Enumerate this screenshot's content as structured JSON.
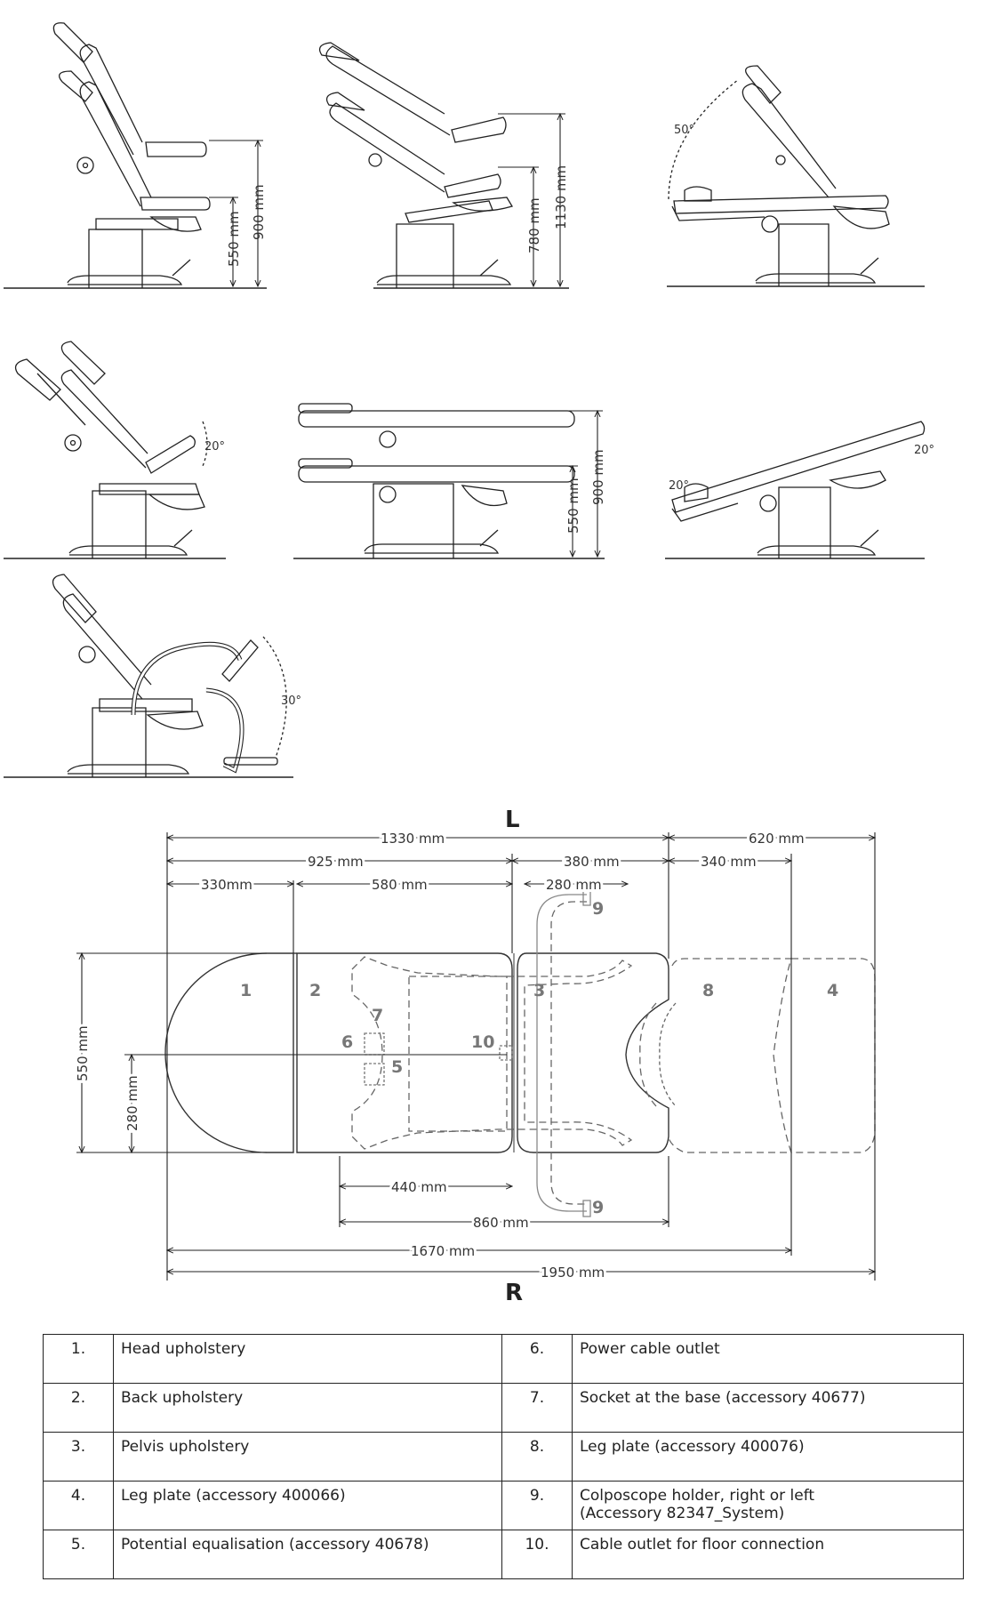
{
  "side_views": {
    "v1": {
      "dims": [
        "900 mm",
        "550 mm"
      ]
    },
    "v2": {
      "dims": [
        "1130 mm",
        "780 mm"
      ]
    },
    "v3": {
      "angle": "50°"
    },
    "v4": {
      "angle": "20°"
    },
    "v5": {
      "dims": [
        "900 mm",
        "550 mm"
      ]
    },
    "v6": {
      "angles": [
        "20°",
        "20°"
      ]
    },
    "v7": {
      "angle": "30°"
    }
  },
  "top_view": {
    "side_top": "L",
    "side_bottom": "R",
    "dims_top": [
      "1330 mm",
      "620 mm",
      "925 mm",
      "380 mm",
      "340 mm",
      "330mm",
      "580 mm",
      "280 mm"
    ],
    "dims_bottom": [
      "440 mm",
      "860 mm",
      "1670 mm",
      "1950 mm"
    ],
    "dims_left": [
      "550 mm",
      "280 mm"
    ],
    "labels": [
      "1",
      "2",
      "3",
      "4",
      "5",
      "6",
      "7",
      "8",
      "9",
      "9",
      "10"
    ]
  },
  "legend": [
    {
      "n1": "1.",
      "t1": "Head upholstery",
      "n2": "6.",
      "t2": "Power cable outlet"
    },
    {
      "n1": "2.",
      "t1": "Back upholstery",
      "n2": "7.",
      "t2": "Socket at the base (accessory 40677)"
    },
    {
      "n1": "3.",
      "t1": "Pelvis upholstery",
      "n2": "8.",
      "t2": "Leg plate (accessory 400076)"
    },
    {
      "n1": "4.",
      "t1": "Leg plate (accessory 400066)",
      "n2": "9.",
      "t2": "Colposcope holder, right or left",
      "t2b": "(Accessory 82347_System)"
    },
    {
      "n1": "5.",
      "t1": "Potential equalisation (accessory 40678)",
      "n2": "10.",
      "t2": "Cable outlet for floor connection"
    }
  ]
}
